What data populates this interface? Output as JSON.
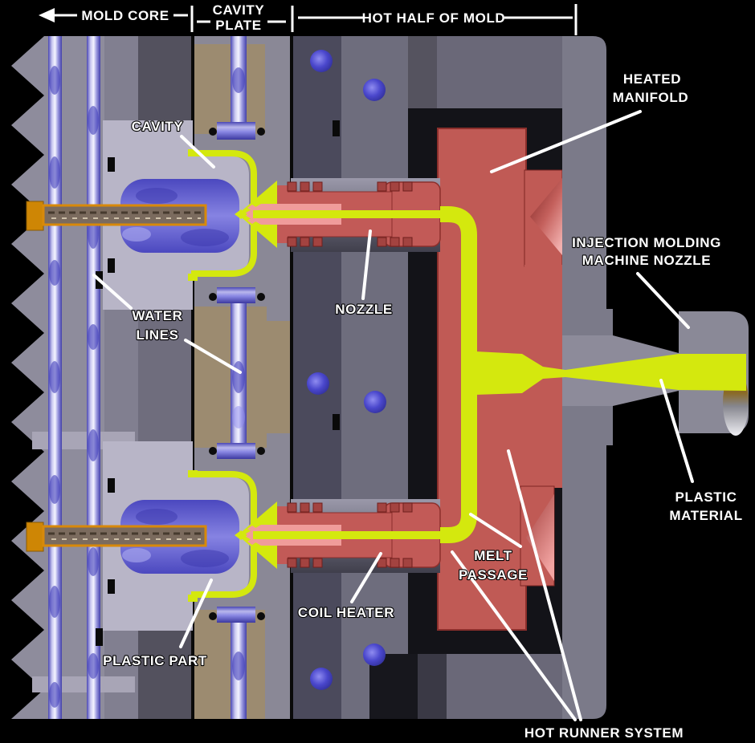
{
  "header": {
    "mold_core": "MOLD CORE",
    "cavity_plate_line1": "CAVITY",
    "cavity_plate_line2": "PLATE",
    "hot_half": "HOT HALF OF MOLD"
  },
  "labels": {
    "cavity": "CAVITY",
    "heated_manifold": [
      "HEATED",
      "MANIFOLD"
    ],
    "injection_machine_nozzle": [
      "INJECTION MOLDING",
      "MACHINE NOZZLE"
    ],
    "nozzle": "NOZZLE",
    "water_lines": [
      "WATER",
      "LINES"
    ],
    "plastic_material": [
      "PLASTIC",
      "MATERIAL"
    ],
    "melt_passage": [
      "MELT",
      "PASSAGE"
    ],
    "coil_heater": "COIL HEATER",
    "plastic_part": "PLASTIC PART",
    "hot_runner_system": "HOT RUNNER SYSTEM"
  },
  "colors": {
    "background": "#000000",
    "melt_yellow": "#d4e80e",
    "manifold_red": "#c05a55",
    "nozzle_pink": "#f09c9a",
    "heater_rib_red": "#a34340",
    "cavity_plate_tan": "#9c8b70",
    "core_lavender": "#b8b5c7",
    "water_blue": "#4a47cc",
    "ejector_orange": "#ce8605",
    "plate_grey_light": "#8e8c9c",
    "plate_grey_mid": "#6e6d7d",
    "plate_grey_dark": "#4b4a5c",
    "air_gap_black": "#131318",
    "label_white": "#ffffff"
  }
}
